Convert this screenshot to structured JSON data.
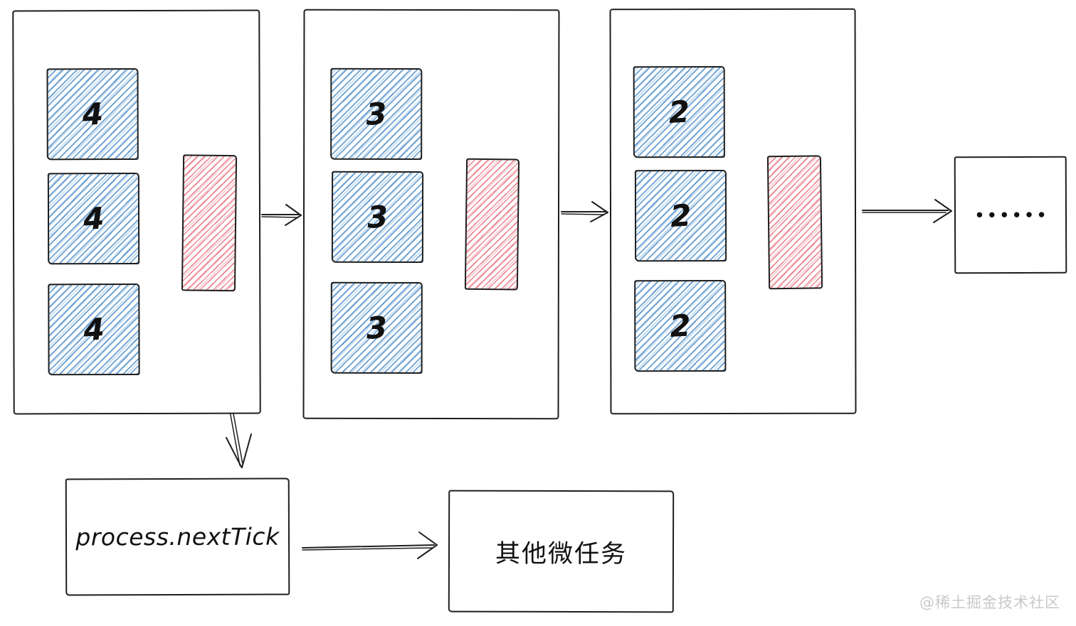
{
  "frames": [
    {
      "tasks": [
        "4",
        "4",
        "4"
      ]
    },
    {
      "tasks": [
        "3",
        "3",
        "3"
      ]
    },
    {
      "tasks": [
        "2",
        "2",
        "2"
      ]
    }
  ],
  "ellipsis_box": {
    "label": "••••••"
  },
  "nexttick_box": {
    "label": "process.nextTick"
  },
  "microtask_box": {
    "label": "其他微任务"
  },
  "watermark": "@稀土掘金技术社区",
  "colors": {
    "blue_hatch": "#5592cc",
    "blue_hatch_light": "#aecfea",
    "red_hatch": "#e66e78",
    "red_hatch_light": "#f4abb2",
    "stroke": "#1e1e1e",
    "watermark_gray": "#c9c9c9"
  }
}
